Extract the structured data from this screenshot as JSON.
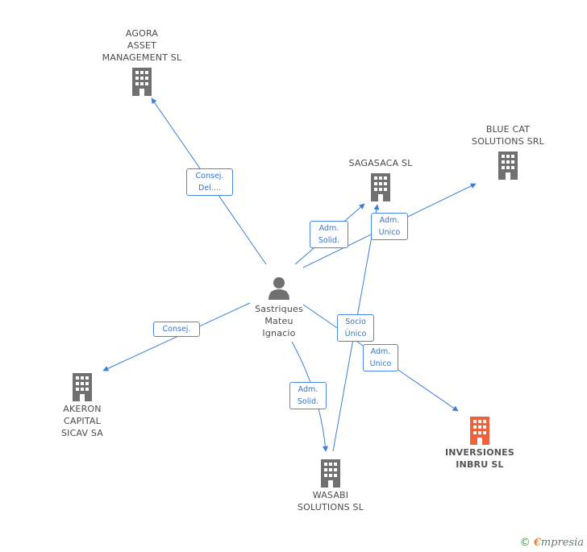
{
  "colors": {
    "edge": "#3a7fd8",
    "building": "#707070",
    "building_highlight": "#f0603a",
    "person": "#707070"
  },
  "nodes": {
    "agora": {
      "label": "AGORA\nASSET\nMANAGEMENT SL",
      "icon": "building-icon"
    },
    "bluecat": {
      "label": "BLUE CAT\nSOLUTIONS SRL",
      "icon": "building-icon"
    },
    "sagasaca": {
      "label": "SAGASACA  SL",
      "icon": "building-icon"
    },
    "person": {
      "label": "Sastriques\nMateu\nIgnacio",
      "icon": "person-icon"
    },
    "akeron": {
      "label": "AKERON\nCAPITAL\nSICAV SA",
      "icon": "building-icon"
    },
    "inversiones": {
      "label": "INVERSIONES\nINBRU  SL",
      "icon": "building-icon"
    },
    "wasabi": {
      "label": "WASABI\nSOLUTIONS SL",
      "icon": "building-icon"
    }
  },
  "edges": {
    "to_agora": {
      "label": "Consej.\nDel...."
    },
    "to_sagasaca": {
      "label": "Adm.\nSolid."
    },
    "to_bluecat": {
      "label": "Adm.\nUnico"
    },
    "to_akeron": {
      "label": "Consej."
    },
    "wasabi_to_sagasaca": {
      "label": "Socio\nÚnico"
    },
    "to_inversiones": {
      "label": "Adm.\nUnico"
    },
    "to_wasabi": {
      "label": "Adm.\nSolid."
    }
  },
  "footer": {
    "copyright": "©",
    "brand_e": "€",
    "brand_rest": "mpresia"
  }
}
